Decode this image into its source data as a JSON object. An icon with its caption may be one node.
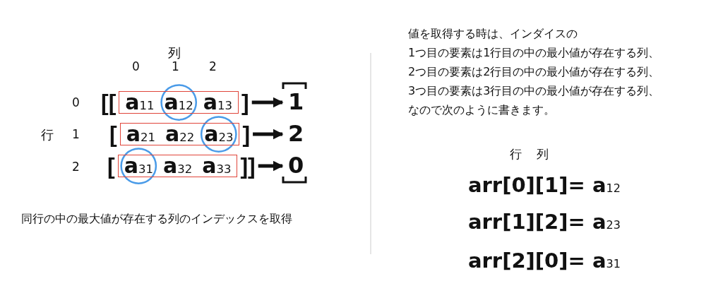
{
  "diagram": {
    "nodes": [
      {
        "text": [
          "[[",
          "a$_{11}$",
          "a$_{12}$",
          "a$_{13}$",
          "]"
        ]
      },
      {
        "text": [
          "[",
          "a$_{21}$",
          "a$_{22}$",
          "a$_{23}$",
          "]"
        ]
      },
      {
        "text": [
          "[",
          "a$_{31}$",
          "a$_{32}$",
          "a$_{33}$",
          "]]"
        ]
      },
      {
        "text": [
          "1"
        ]
      },
      {
        "text": [
          "2"
        ]
      },
      {
        "text": [
          "0"
        ]
      }
    ],
    "edges": [
      {
        "from": 0,
        "to": 3,
        "arrow": "to"
      },
      {
        "from": 1,
        "to": 4,
        "arrow": "to"
      },
      {
        "from": 2,
        "to": 5,
        "arrow": "to"
      }
    ],
    "labels": [
      "列",
      "0",
      "1",
      "2",
      "0",
      "行",
      "1",
      "2",
      "同行の中の最大値が存在する列のインデックスを取得",
      "値を取得する時は、インダイスの",
      "1つ目の要素は1行目の中の最小値が存在する列、",
      "2つ目の要素は2行目の中の最小値が存在する列、",
      "3つ目の要素は3行目の中の最小値が存在する列、",
      "なので次のように書きます。",
      "行",
      "列",
      "arr[0][1]= a$_{12}$",
      "arr[1][2]= a$_{23}$",
      "arr[2][0]= a$_{31}$"
    ]
  }
}
